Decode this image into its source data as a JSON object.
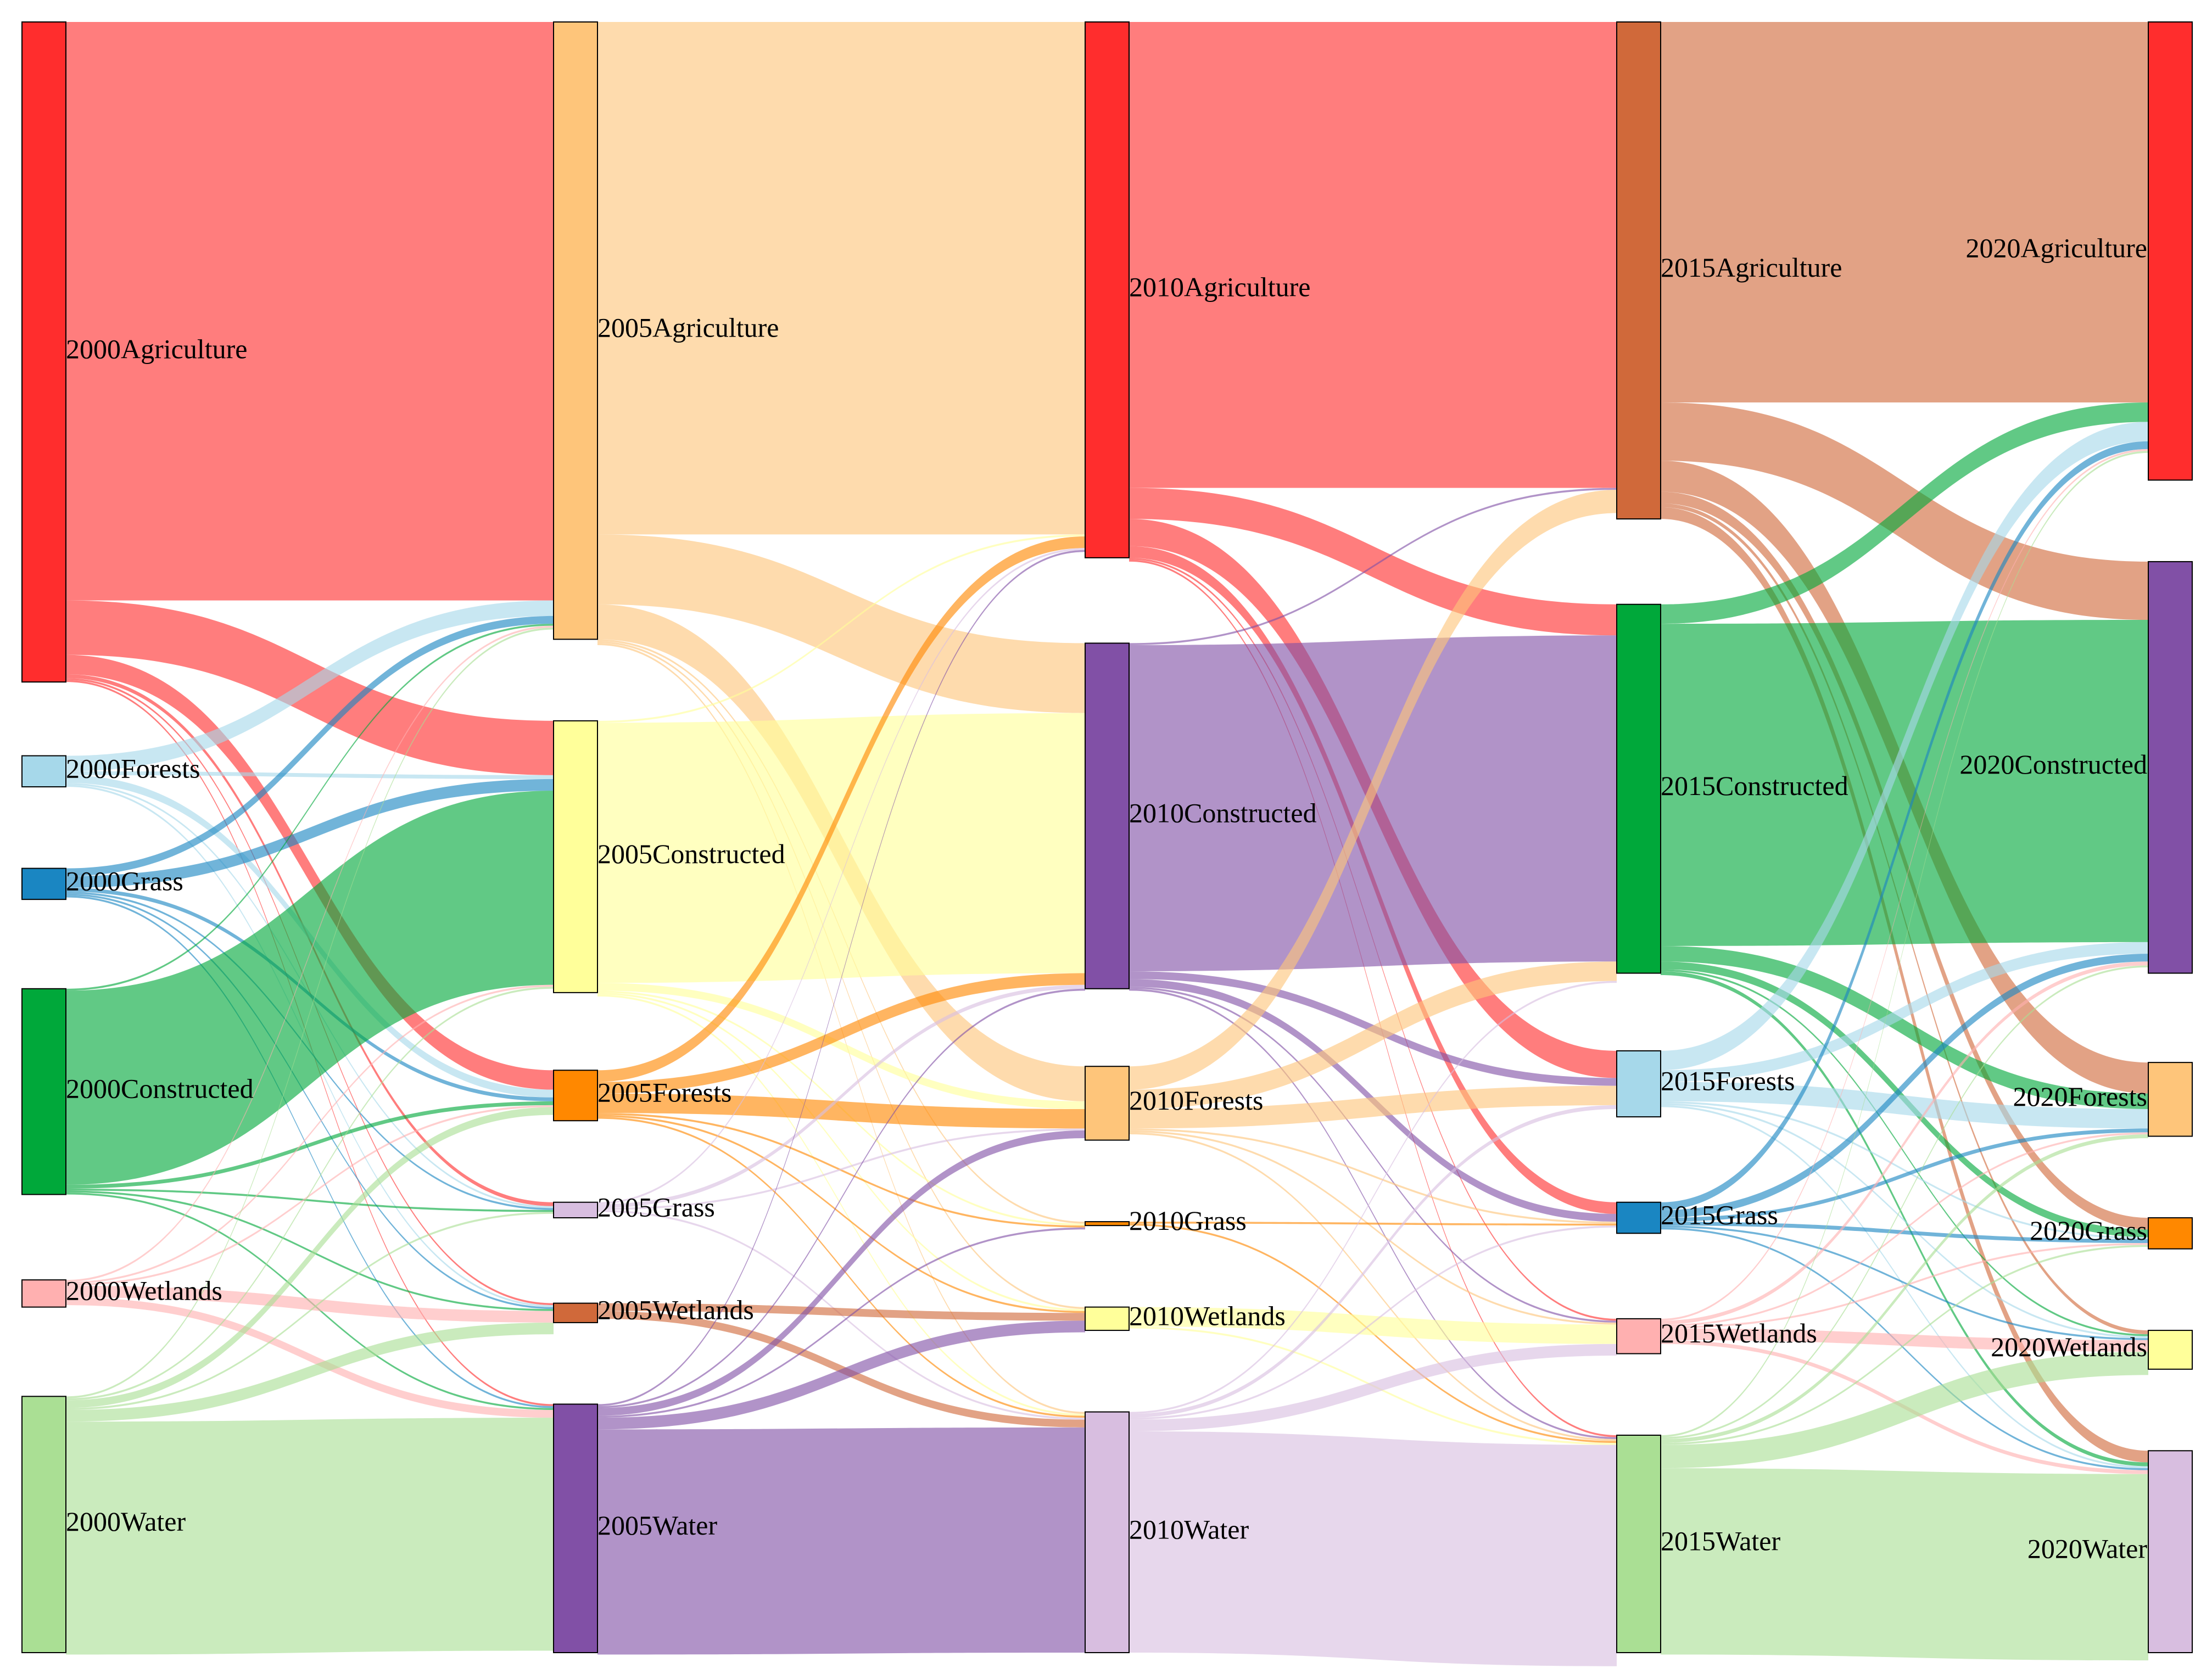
{
  "chart_data": {
    "type": "sankey",
    "title": "",
    "columns": [
      "2000",
      "2005",
      "2010",
      "2015",
      "2020"
    ],
    "nodes": [
      {
        "id": "2000Agriculture",
        "label": "2000Agriculture",
        "col": 0,
        "y0": 0.0,
        "y1": 17.0,
        "color": "#ff2d2d"
      },
      {
        "id": "2000Forests",
        "label": "2000Forests",
        "col": 0,
        "y0": 18.9,
        "y1": 19.7,
        "color": "#a6d8ea"
      },
      {
        "id": "2000Grass",
        "label": "2000Grass",
        "col": 0,
        "y0": 21.8,
        "y1": 22.6,
        "color": "#1a86c2"
      },
      {
        "id": "2000Constructed",
        "label": "2000Constructed",
        "col": 0,
        "y0": 24.9,
        "y1": 30.2,
        "color": "#00a83a"
      },
      {
        "id": "2000Wetlands",
        "label": "2000Wetlands",
        "col": 0,
        "y0": 32.4,
        "y1": 33.1,
        "color": "#ffb0b0"
      },
      {
        "id": "2000Water",
        "label": "2000Water",
        "col": 0,
        "y0": 35.4,
        "y1": 42.0,
        "color": "#aadf94"
      },
      {
        "id": "2005Agriculture",
        "label": "2005Agriculture",
        "col": 1,
        "y0": 0.0,
        "y1": 15.9,
        "color": "#fec57a"
      },
      {
        "id": "2005Constructed",
        "label": "2005Constructed",
        "col": 1,
        "y0": 18.0,
        "y1": 25.0,
        "color": "#ffff9a"
      },
      {
        "id": "2005Forests",
        "label": "2005Forests",
        "col": 1,
        "y0": 27.0,
        "y1": 28.3,
        "color": "#ff8800"
      },
      {
        "id": "2005Grass",
        "label": "2005Grass",
        "col": 1,
        "y0": 30.4,
        "y1": 30.8,
        "color": "#d8bee0"
      },
      {
        "id": "2005Wetlands",
        "label": "2005Wetlands",
        "col": 1,
        "y0": 33.0,
        "y1": 33.5,
        "color": "#d0693a"
      },
      {
        "id": "2005Water",
        "label": "2005Water",
        "col": 1,
        "y0": 35.6,
        "y1": 42.0,
        "color": "#8150a6"
      },
      {
        "id": "2010Agriculture",
        "label": "2010Agriculture",
        "col": 2,
        "y0": 0.0,
        "y1": 13.8,
        "color": "#ff2d2d"
      },
      {
        "id": "2010Constructed",
        "label": "2010Constructed",
        "col": 2,
        "y0": 16.0,
        "y1": 24.9,
        "color": "#8150a6"
      },
      {
        "id": "2010Forests",
        "label": "2010Forests",
        "col": 2,
        "y0": 26.9,
        "y1": 28.8,
        "color": "#fec57a"
      },
      {
        "id": "2010Grass",
        "label": "2010Grass",
        "col": 2,
        "y0": 30.9,
        "y1": 31.0,
        "color": "#ff8800"
      },
      {
        "id": "2010Wetlands",
        "label": "2010Wetlands",
        "col": 2,
        "y0": 33.1,
        "y1": 33.7,
        "color": "#ffff9a"
      },
      {
        "id": "2010Water",
        "label": "2010Water",
        "col": 2,
        "y0": 35.8,
        "y1": 42.0,
        "color": "#d8bee0"
      },
      {
        "id": "2015Agriculture",
        "label": "2015Agriculture",
        "col": 3,
        "y0": 0.0,
        "y1": 12.8,
        "color": "#d0693a"
      },
      {
        "id": "2015Constructed",
        "label": "2015Constructed",
        "col": 3,
        "y0": 15.0,
        "y1": 24.5,
        "color": "#00a83a"
      },
      {
        "id": "2015Forests",
        "label": "2015Forests",
        "col": 3,
        "y0": 26.5,
        "y1": 28.2,
        "color": "#a6d8ea"
      },
      {
        "id": "2015Grass",
        "label": "2015Grass",
        "col": 3,
        "y0": 30.4,
        "y1": 31.2,
        "color": "#1a86c2"
      },
      {
        "id": "2015Wetlands",
        "label": "2015Wetlands",
        "col": 3,
        "y0": 33.4,
        "y1": 34.3,
        "color": "#ffb0b0"
      },
      {
        "id": "2015Water",
        "label": "2015Water",
        "col": 3,
        "y0": 36.4,
        "y1": 42.0,
        "color": "#aadf94"
      },
      {
        "id": "2020Agriculture",
        "label": "2020Agriculture",
        "col": 4,
        "y0": 0.0,
        "y1": 11.8,
        "color": "#ff2d2d"
      },
      {
        "id": "2020Constructed",
        "label": "2020Constructed",
        "col": 4,
        "y0": 13.9,
        "y1": 24.5,
        "color": "#8150a6"
      },
      {
        "id": "2020Forests",
        "label": "2020Forests",
        "col": 4,
        "y0": 26.8,
        "y1": 28.7,
        "color": "#fec57a"
      },
      {
        "id": "2020Grass",
        "label": "2020Grass",
        "col": 4,
        "y0": 30.8,
        "y1": 31.6,
        "color": "#ff8800"
      },
      {
        "id": "2020Wetlands",
        "label": "2020Wetlands",
        "col": 4,
        "y0": 33.7,
        "y1": 34.7,
        "color": "#ffff9a"
      },
      {
        "id": "2020Water",
        "label": "2020Water",
        "col": 4,
        "y0": 36.8,
        "y1": 42.0,
        "color": "#d8bee0"
      }
    ],
    "links": [
      {
        "source": "2000Agriculture",
        "target": "2005Agriculture",
        "value": 14.9
      },
      {
        "source": "2000Agriculture",
        "target": "2005Constructed",
        "value": 1.4
      },
      {
        "source": "2000Agriculture",
        "target": "2005Forests",
        "value": 0.5
      },
      {
        "source": "2000Agriculture",
        "target": "2005Grass",
        "value": 0.1
      },
      {
        "source": "2000Agriculture",
        "target": "2005Wetlands",
        "value": 0.05
      },
      {
        "source": "2000Agriculture",
        "target": "2005Water",
        "value": 0.05
      },
      {
        "source": "2000Forests",
        "target": "2005Agriculture",
        "value": 0.4
      },
      {
        "source": "2000Forests",
        "target": "2005Constructed",
        "value": 0.1
      },
      {
        "source": "2000Forests",
        "target": "2005Forests",
        "value": 0.2
      },
      {
        "source": "2000Forests",
        "target": "2005Grass",
        "value": 0.05
      },
      {
        "source": "2000Forests",
        "target": "2005Wetlands",
        "value": 0.05
      },
      {
        "source": "2000Grass",
        "target": "2005Agriculture",
        "value": 0.2
      },
      {
        "source": "2000Grass",
        "target": "2005Constructed",
        "value": 0.3
      },
      {
        "source": "2000Grass",
        "target": "2005Forests",
        "value": 0.1
      },
      {
        "source": "2000Grass",
        "target": "2005Grass",
        "value": 0.05
      },
      {
        "source": "2000Grass",
        "target": "2005Wetlands",
        "value": 0.05
      },
      {
        "source": "2000Grass",
        "target": "2005Water",
        "value": 0.05
      },
      {
        "source": "2000Constructed",
        "target": "2005Agriculture",
        "value": 0.05
      },
      {
        "source": "2000Constructed",
        "target": "2005Constructed",
        "value": 5.0
      },
      {
        "source": "2000Constructed",
        "target": "2005Forests",
        "value": 0.1
      },
      {
        "source": "2000Constructed",
        "target": "2005Grass",
        "value": 0.05
      },
      {
        "source": "2000Constructed",
        "target": "2005Wetlands",
        "value": 0.05
      },
      {
        "source": "2000Constructed",
        "target": "2005Water",
        "value": 0.05
      },
      {
        "source": "2000Wetlands",
        "target": "2005Agriculture",
        "value": 0.05
      },
      {
        "source": "2000Wetlands",
        "target": "2005Constructed",
        "value": 0.05
      },
      {
        "source": "2000Wetlands",
        "target": "2005Forests",
        "value": 0.05
      },
      {
        "source": "2000Wetlands",
        "target": "2005Wetlands",
        "value": 0.3
      },
      {
        "source": "2000Wetlands",
        "target": "2005Water",
        "value": 0.2
      },
      {
        "source": "2000Water",
        "target": "2005Agriculture",
        "value": 0.05
      },
      {
        "source": "2000Water",
        "target": "2005Constructed",
        "value": 0.05
      },
      {
        "source": "2000Water",
        "target": "2005Forests",
        "value": 0.2
      },
      {
        "source": "2000Water",
        "target": "2005Grass",
        "value": 0.05
      },
      {
        "source": "2000Water",
        "target": "2005Wetlands",
        "value": 0.3
      },
      {
        "source": "2000Water",
        "target": "2005Water",
        "value": 6.0
      },
      {
        "source": "2005Agriculture",
        "target": "2010Agriculture",
        "value": 13.2
      },
      {
        "source": "2005Agriculture",
        "target": "2010Constructed",
        "value": 1.8
      },
      {
        "source": "2005Agriculture",
        "target": "2010Forests",
        "value": 0.9
      },
      {
        "source": "2005Agriculture",
        "target": "2010Grass",
        "value": 0.05
      },
      {
        "source": "2005Agriculture",
        "target": "2010Wetlands",
        "value": 0.05
      },
      {
        "source": "2005Agriculture",
        "target": "2010Water",
        "value": 0.05
      },
      {
        "source": "2005Constructed",
        "target": "2010Agriculture",
        "value": 0.05
      },
      {
        "source": "2005Constructed",
        "target": "2010Constructed",
        "value": 6.7
      },
      {
        "source": "2005Constructed",
        "target": "2010Forests",
        "value": 0.2
      },
      {
        "source": "2005Constructed",
        "target": "2010Grass",
        "value": 0.05
      },
      {
        "source": "2005Constructed",
        "target": "2010Wetlands",
        "value": 0.05
      },
      {
        "source": "2005Constructed",
        "target": "2010Water",
        "value": 0.05
      },
      {
        "source": "2005Forests",
        "target": "2010Agriculture",
        "value": 0.3
      },
      {
        "source": "2005Forests",
        "target": "2010Constructed",
        "value": 0.3
      },
      {
        "source": "2005Forests",
        "target": "2010Forests",
        "value": 0.5
      },
      {
        "source": "2005Forests",
        "target": "2010Grass",
        "value": 0.05
      },
      {
        "source": "2005Forests",
        "target": "2010Wetlands",
        "value": 0.05
      },
      {
        "source": "2005Forests",
        "target": "2010Water",
        "value": 0.05
      },
      {
        "source": "2005Grass",
        "target": "2010Agriculture",
        "value": 0.05
      },
      {
        "source": "2005Grass",
        "target": "2010Constructed",
        "value": 0.1
      },
      {
        "source": "2005Grass",
        "target": "2010Forests",
        "value": 0.05
      },
      {
        "source": "2005Grass",
        "target": "2010Water",
        "value": 0.05
      },
      {
        "source": "2005Wetlands",
        "target": "2010Wetlands",
        "value": 0.2
      },
      {
        "source": "2005Wetlands",
        "target": "2010Water",
        "value": 0.2
      },
      {
        "source": "2005Water",
        "target": "2010Agriculture",
        "value": 0.05
      },
      {
        "source": "2005Water",
        "target": "2010Constructed",
        "value": 0.05
      },
      {
        "source": "2005Water",
        "target": "2010Forests",
        "value": 0.2
      },
      {
        "source": "2005Water",
        "target": "2010Grass",
        "value": 0.05
      },
      {
        "source": "2005Water",
        "target": "2010Wetlands",
        "value": 0.3
      },
      {
        "source": "2005Water",
        "target": "2010Water",
        "value": 5.8
      },
      {
        "source": "2010Agriculture",
        "target": "2015Agriculture",
        "value": 12.0
      },
      {
        "source": "2010Agriculture",
        "target": "2015Constructed",
        "value": 0.8
      },
      {
        "source": "2010Agriculture",
        "target": "2015Forests",
        "value": 0.7
      },
      {
        "source": "2010Agriculture",
        "target": "2015Grass",
        "value": 0.3
      },
      {
        "source": "2010Agriculture",
        "target": "2015Wetlands",
        "value": 0.05
      },
      {
        "source": "2010Agriculture",
        "target": "2015Water",
        "value": 0.05
      },
      {
        "source": "2010Constructed",
        "target": "2015Agriculture",
        "value": 0.05
      },
      {
        "source": "2010Constructed",
        "target": "2015Constructed",
        "value": 8.4
      },
      {
        "source": "2010Constructed",
        "target": "2015Forests",
        "value": 0.2
      },
      {
        "source": "2010Constructed",
        "target": "2015Grass",
        "value": 0.2
      },
      {
        "source": "2010Constructed",
        "target": "2015Wetlands",
        "value": 0.05
      },
      {
        "source": "2010Constructed",
        "target": "2015Water",
        "value": 0.05
      },
      {
        "source": "2010Forests",
        "target": "2015Agriculture",
        "value": 0.6
      },
      {
        "source": "2010Forests",
        "target": "2015Constructed",
        "value": 0.5
      },
      {
        "source": "2010Forests",
        "target": "2015Forests",
        "value": 0.5
      },
      {
        "source": "2010Forests",
        "target": "2015Grass",
        "value": 0.05
      },
      {
        "source": "2010Forests",
        "target": "2015Wetlands",
        "value": 0.05
      },
      {
        "source": "2010Forests",
        "target": "2015Water",
        "value": 0.05
      },
      {
        "source": "2010Grass",
        "target": "2015Grass",
        "value": 0.05
      },
      {
        "source": "2010Grass",
        "target": "2015Water",
        "value": 0.05
      },
      {
        "source": "2010Wetlands",
        "target": "2015Wetlands",
        "value": 0.5
      },
      {
        "source": "2010Wetlands",
        "target": "2015Water",
        "value": 0.05
      },
      {
        "source": "2010Water",
        "target": "2015Constructed",
        "value": 0.05
      },
      {
        "source": "2010Water",
        "target": "2015Forests",
        "value": 0.1
      },
      {
        "source": "2010Water",
        "target": "2015Grass",
        "value": 0.05
      },
      {
        "source": "2010Water",
        "target": "2015Wetlands",
        "value": 0.3
      },
      {
        "source": "2010Water",
        "target": "2015Water",
        "value": 5.7
      },
      {
        "source": "2015Agriculture",
        "target": "2020Agriculture",
        "value": 9.8
      },
      {
        "source": "2015Agriculture",
        "target": "2020Constructed",
        "value": 1.5
      },
      {
        "source": "2015Agriculture",
        "target": "2020Forests",
        "value": 0.8
      },
      {
        "source": "2015Agriculture",
        "target": "2020Grass",
        "value": 0.3
      },
      {
        "source": "2015Agriculture",
        "target": "2020Wetlands",
        "value": 0.1
      },
      {
        "source": "2015Agriculture",
        "target": "2020Water",
        "value": 0.3
      },
      {
        "source": "2015Constructed",
        "target": "2020Agriculture",
        "value": 0.5
      },
      {
        "source": "2015Constructed",
        "target": "2020Constructed",
        "value": 8.3
      },
      {
        "source": "2015Constructed",
        "target": "2020Forests",
        "value": 0.4
      },
      {
        "source": "2015Constructed",
        "target": "2020Grass",
        "value": 0.2
      },
      {
        "source": "2015Constructed",
        "target": "2020Wetlands",
        "value": 0.05
      },
      {
        "source": "2015Constructed",
        "target": "2020Water",
        "value": 0.1
      },
      {
        "source": "2015Forests",
        "target": "2020Agriculture",
        "value": 0.5
      },
      {
        "source": "2015Forests",
        "target": "2020Constructed",
        "value": 0.3
      },
      {
        "source": "2015Forests",
        "target": "2020Forests",
        "value": 0.5
      },
      {
        "source": "2015Forests",
        "target": "2020Grass",
        "value": 0.05
      },
      {
        "source": "2015Forests",
        "target": "2020Wetlands",
        "value": 0.05
      },
      {
        "source": "2015Forests",
        "target": "2020Water",
        "value": 0.05
      },
      {
        "source": "2015Grass",
        "target": "2020Agriculture",
        "value": 0.2
      },
      {
        "source": "2015Grass",
        "target": "2020Constructed",
        "value": 0.2
      },
      {
        "source": "2015Grass",
        "target": "2020Forests",
        "value": 0.1
      },
      {
        "source": "2015Grass",
        "target": "2020Grass",
        "value": 0.1
      },
      {
        "source": "2015Grass",
        "target": "2020Wetlands",
        "value": 0.05
      },
      {
        "source": "2015Grass",
        "target": "2020Water",
        "value": 0.05
      },
      {
        "source": "2015Wetlands",
        "target": "2020Agriculture",
        "value": 0.05
      },
      {
        "source": "2015Wetlands",
        "target": "2020Constructed",
        "value": 0.1
      },
      {
        "source": "2015Wetlands",
        "target": "2020Forests",
        "value": 0.05
      },
      {
        "source": "2015Wetlands",
        "target": "2020Grass",
        "value": 0.05
      },
      {
        "source": "2015Wetlands",
        "target": "2020Wetlands",
        "value": 0.3
      },
      {
        "source": "2015Wetlands",
        "target": "2020Water",
        "value": 0.1
      },
      {
        "source": "2015Water",
        "target": "2020Agriculture",
        "value": 0.05
      },
      {
        "source": "2015Water",
        "target": "2020Constructed",
        "value": 0.05
      },
      {
        "source": "2015Water",
        "target": "2020Forests",
        "value": 0.1
      },
      {
        "source": "2015Water",
        "target": "2020Grass",
        "value": 0.05
      },
      {
        "source": "2015Water",
        "target": "2020Wetlands",
        "value": 0.6
      },
      {
        "source": "2015Water",
        "target": "2020Water",
        "value": 4.8
      }
    ]
  }
}
